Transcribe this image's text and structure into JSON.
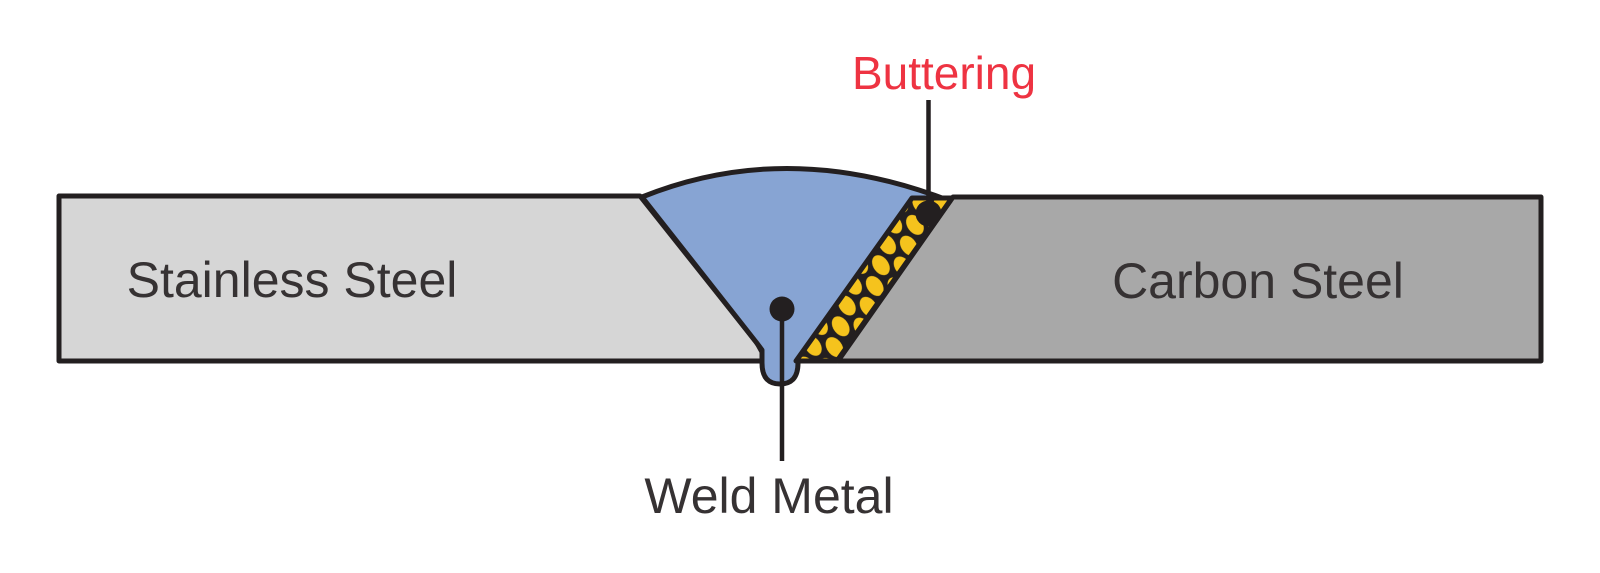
{
  "diagram": {
    "labels": {
      "stainless_plate": "Stainless Steel",
      "carbon_plate": "Carbon Steel",
      "buttering": "Buttering",
      "weld_metal": "Weld Metal"
    },
    "colors": {
      "background": "#FFFFFF",
      "outline": "#231F20",
      "stainless_gray": "#D6D6D6",
      "carbon_gray": "#A8A8A8",
      "weld_blue": "#87A4D3",
      "buttering_yellow": "#F5C31D",
      "buttering_label_red": "#EE3342",
      "label_dark": "#363233"
    }
  }
}
